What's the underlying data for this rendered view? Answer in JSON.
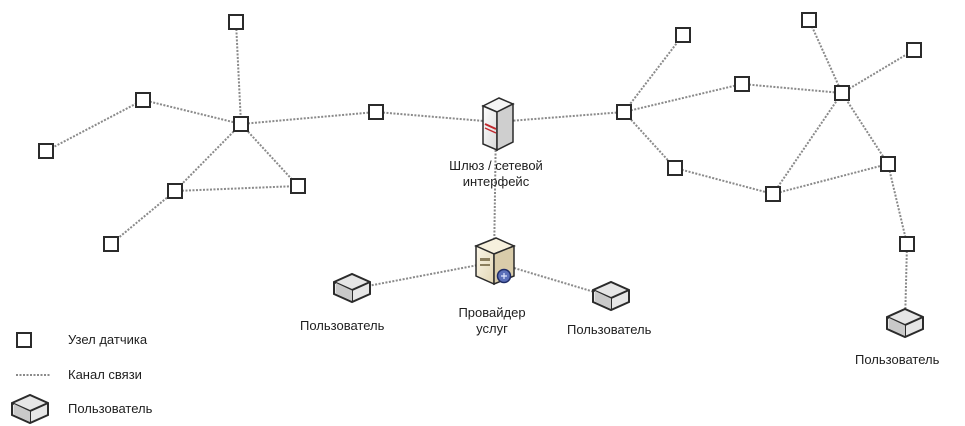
{
  "labels": {
    "gateway": "Шлюз / сетевой интерфейс",
    "gateway_line1": "Шлюз / сетевой",
    "gateway_line2": "интерфейс",
    "provider_line1": "Провайдер",
    "provider_line2": "услуг",
    "user_left": "Пользователь",
    "user_center": "Пользователь",
    "user_right": "Пользователь"
  },
  "legend": {
    "sensor_node": "Узел датчика",
    "link": "Канал связи",
    "user": "Пользователь"
  },
  "colors": {
    "line": "#8a8a8a",
    "node_stroke": "#2b2b2b",
    "gateway_accent": "#c0282d",
    "server_body": "#efe6cf"
  }
}
